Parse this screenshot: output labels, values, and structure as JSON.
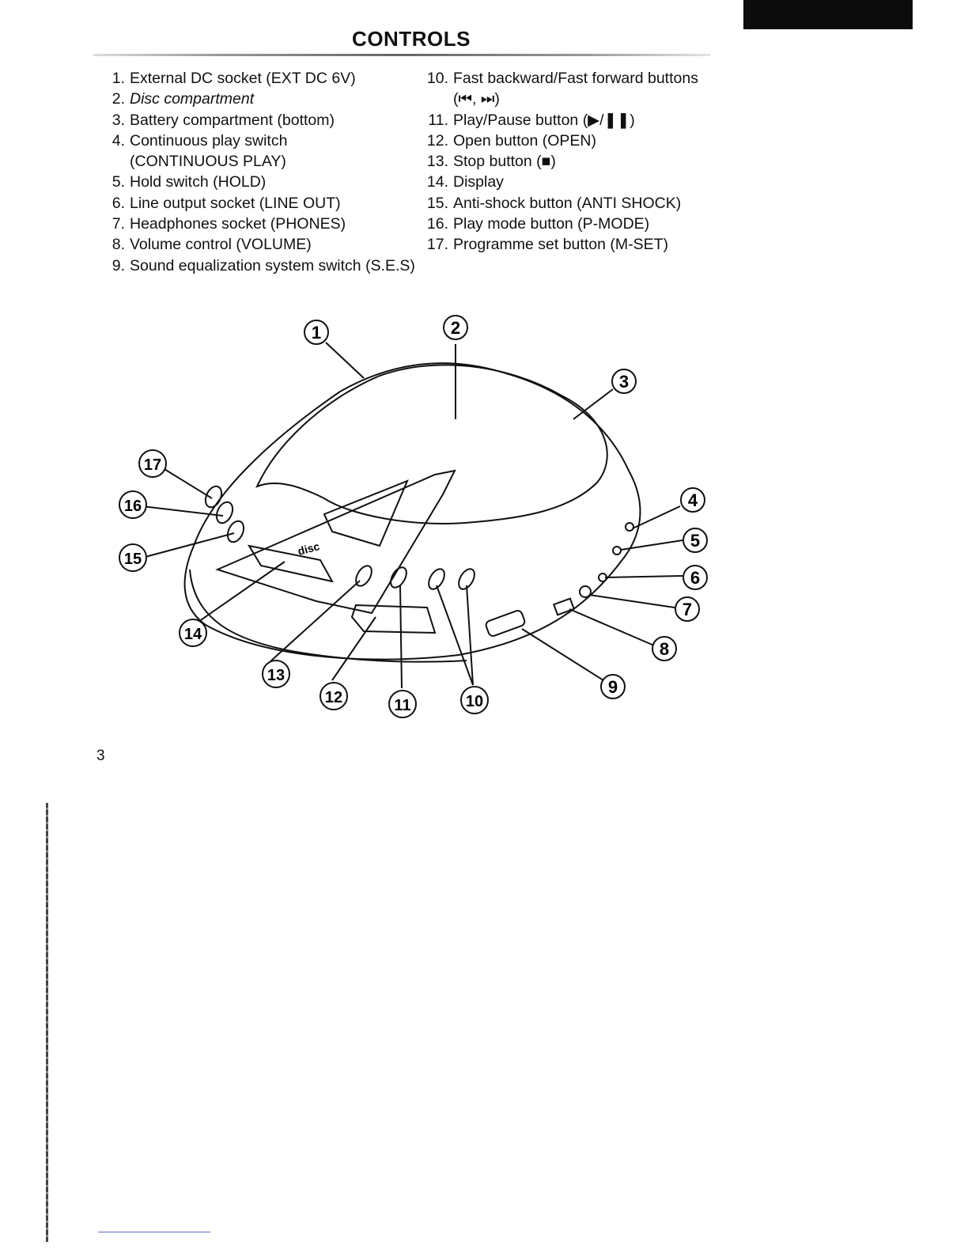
{
  "header": {
    "title": "CONTROLS"
  },
  "controls_left": [
    {
      "num": "1.",
      "label": "External DC socket (EXT DC 6V)"
    },
    {
      "num": "2.",
      "label": "Disc compartment"
    },
    {
      "num": "3.",
      "label": "Battery compartment (bottom)"
    },
    {
      "num": "4.",
      "label": "Continuous play switch (CONTINUOUS PLAY)"
    },
    {
      "num": "5.",
      "label": "Hold switch (HOLD)"
    },
    {
      "num": "6.",
      "label": "Line output socket (LINE OUT)"
    },
    {
      "num": "7.",
      "label": "Headphones socket (PHONES)"
    },
    {
      "num": "8.",
      "label": "Volume control (VOLUME)"
    },
    {
      "num": "9.",
      "label": "Sound equalization system switch (S.E.S)"
    }
  ],
  "controls_right": [
    {
      "num": "10.",
      "label": "Fast backward/Fast forward buttons (⏮, ⏭)"
    },
    {
      "num": "11.",
      "label": "Play/Pause button (▶/❚❚)"
    },
    {
      "num": "12.",
      "label": "Open button (OPEN)"
    },
    {
      "num": "13.",
      "label": "Stop button (■)"
    },
    {
      "num": "14.",
      "label": "Display"
    },
    {
      "num": "15.",
      "label": "Anti-shock button (ANTI SHOCK)"
    },
    {
      "num": "16.",
      "label": "Play mode button (P-MODE)"
    },
    {
      "num": "17.",
      "label": "Programme set button (M-SET)"
    }
  ],
  "diagram": {
    "callouts": [
      "1",
      "2",
      "3",
      "4",
      "5",
      "6",
      "7",
      "8",
      "9",
      "10",
      "11",
      "12",
      "13",
      "14",
      "15",
      "16",
      "17"
    ],
    "logo_text": "disc"
  },
  "footer": {
    "page_number": "3"
  }
}
